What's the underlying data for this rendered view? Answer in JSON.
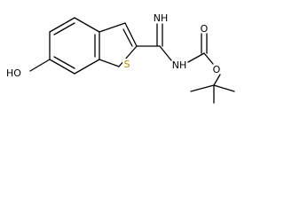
{
  "atoms": {
    "hydroxyl": "HO",
    "sulfur": "S",
    "imine": "NH",
    "amide": "NH",
    "carbonyl": "O",
    "ester": "O"
  },
  "colors": {
    "bond": "#000000",
    "sulfur": "#b58a00",
    "background": "#ffffff"
  }
}
